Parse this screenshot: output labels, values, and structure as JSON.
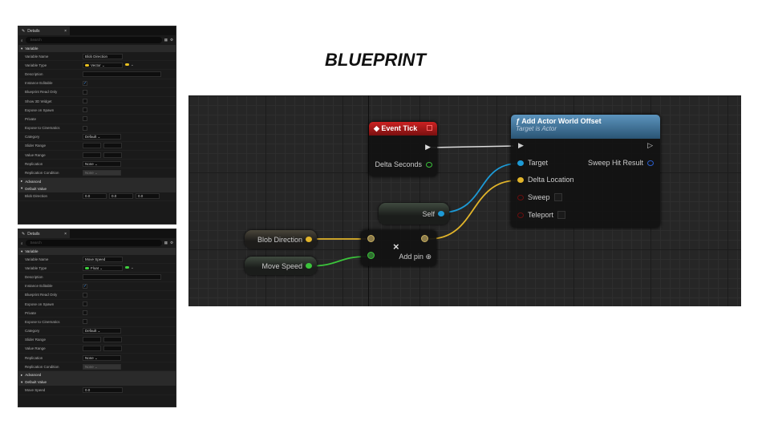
{
  "title": "BLUEPRINT",
  "panels": [
    {
      "tab": "Details",
      "close": "×",
      "search_placeholder": "Search",
      "sections": [
        {
          "label": "Variable",
          "rows": [
            {
              "label": "Variable Name",
              "type": "text",
              "value": "Blob Direction",
              "w": 50
            },
            {
              "label": "Variable Type",
              "type": "type",
              "value": "Vector",
              "color": "#e8c020"
            },
            {
              "label": "Description",
              "type": "text",
              "value": "",
              "w": 98
            },
            {
              "label": "Instance Editable",
              "type": "check",
              "on": true
            },
            {
              "label": "Blueprint Read Only",
              "type": "check"
            },
            {
              "label": "Show 3D Widget",
              "type": "check"
            },
            {
              "label": "Expose on Spawn",
              "type": "check"
            },
            {
              "label": "Private",
              "type": "check"
            },
            {
              "label": "Expose to Cinematics",
              "type": "check"
            },
            {
              "label": "Category",
              "type": "select",
              "value": "Default"
            },
            {
              "label": "Slider Range",
              "type": "pair"
            },
            {
              "label": "Value Range",
              "type": "pair"
            },
            {
              "label": "Replication",
              "type": "select",
              "value": "None"
            },
            {
              "label": "Replication Condition",
              "type": "select",
              "value": "None",
              "dim": true
            }
          ]
        },
        {
          "label": "Advanced",
          "collapsed": true,
          "rows": []
        },
        {
          "label": "Default Value",
          "rows": [
            {
              "label": "Blob Direction",
              "type": "triple",
              "values": [
                "0.0",
                "0.0",
                "0.0"
              ]
            }
          ]
        }
      ]
    },
    {
      "tab": "Details",
      "close": "×",
      "search_placeholder": "Search",
      "sections": [
        {
          "label": "Variable",
          "rows": [
            {
              "label": "Variable Name",
              "type": "text",
              "value": "Move Speed",
              "w": 50
            },
            {
              "label": "Variable Type",
              "type": "type",
              "value": "Float",
              "color": "#3ecf3e"
            },
            {
              "label": "Description",
              "type": "text",
              "value": "",
              "w": 98
            },
            {
              "label": "Instance Editable",
              "type": "check",
              "on": true
            },
            {
              "label": "Blueprint Read Only",
              "type": "check"
            },
            {
              "label": "Expose on Spawn",
              "type": "check"
            },
            {
              "label": "Private",
              "type": "check"
            },
            {
              "label": "Expose to Cinematics",
              "type": "check"
            },
            {
              "label": "Category",
              "type": "select",
              "value": "Default"
            },
            {
              "label": "Slider Range",
              "type": "pair"
            },
            {
              "label": "Value Range",
              "type": "pair"
            },
            {
              "label": "Replication",
              "type": "select",
              "value": "None"
            },
            {
              "label": "Replication Condition",
              "type": "select",
              "value": "None",
              "dim": true
            }
          ]
        },
        {
          "label": "Advanced",
          "collapsed": true,
          "rows": []
        },
        {
          "label": "Default Value",
          "rows": [
            {
              "label": "Move Speed",
              "type": "text",
              "value": "0.0",
              "w": 50
            }
          ]
        }
      ]
    }
  ],
  "graph": {
    "event_tick": {
      "title": "Event Tick",
      "delta": "Delta Seconds",
      "color": "#a01c1c"
    },
    "add_offset": {
      "title": "Add Actor World Offset",
      "subtitle": "Target is Actor",
      "target": "Target",
      "delta": "Delta Location",
      "sweep": "Sweep",
      "teleport": "Teleport",
      "hit": "Sweep Hit Result",
      "color": "#3b6f96"
    },
    "self": "Self",
    "blob": "Blob Direction",
    "speed": "Move Speed",
    "multiply": {
      "symbol": "×",
      "add_pin": "Add pin"
    },
    "colors": {
      "exec": "#e0e0e0",
      "object": "#1d9ad6",
      "vector": "#e2b52a",
      "float": "#3bc43b"
    }
  }
}
